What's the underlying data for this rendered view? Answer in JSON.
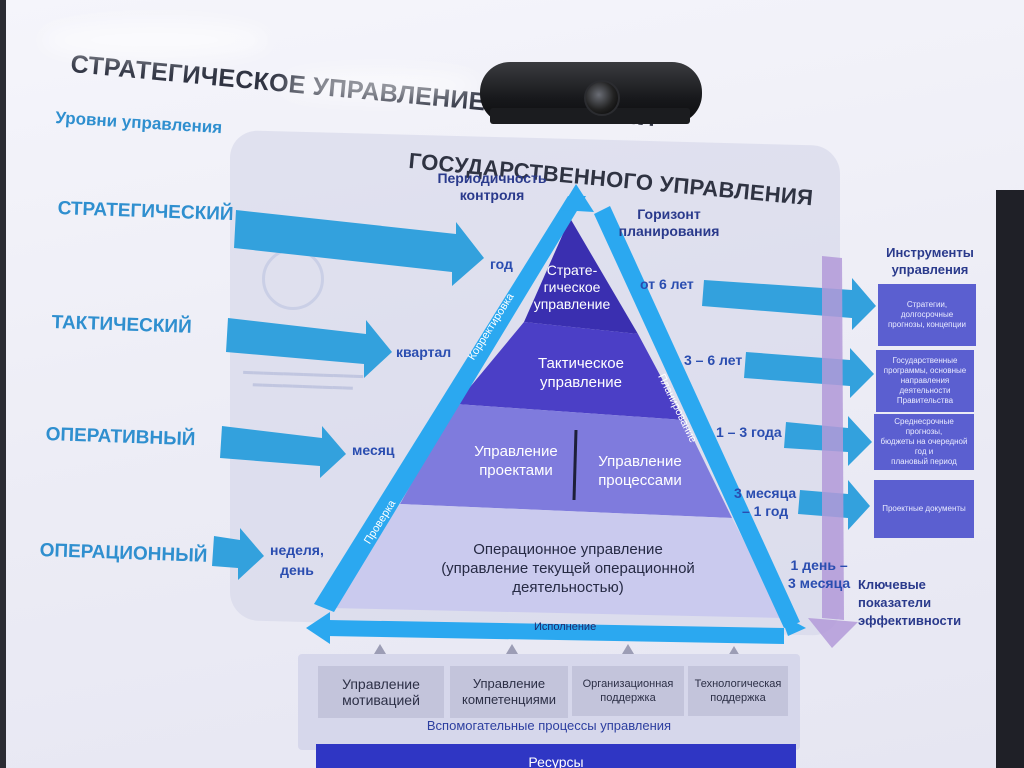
{
  "title": {
    "line1": "СТРАТЕГИЧЕСКОЕ УПРАВЛЕНИЕ В ИЕРАРХИИ",
    "line2": "ГОСУДАРСТВЕННОГО УПРАВЛЕНИЯ"
  },
  "levels": {
    "heading": "Уровни управления",
    "items": [
      "СТРАТЕГИЧЕСКИЙ",
      "ТАКТИЧЕСКИЙ",
      "ОПЕРАТИВНЫЙ",
      "ОПЕРАЦИОННЫЙ"
    ]
  },
  "control": {
    "heading": "Периодичность\nконтроля",
    "items": [
      "год",
      "квартал",
      "месяц",
      "неделя,\nдень"
    ]
  },
  "planning": {
    "heading": "Горизонт\nпланирования",
    "items": [
      "от 6 лет",
      "3 – 6 лет",
      "1 – 3 года",
      "3 месяца\n– 1 год",
      "1 день –\n3 месяца"
    ]
  },
  "pyramid": {
    "tier1": "Страте-\nгическое\nуправление",
    "tier2": "Тактическое\nуправление",
    "tier3_left": "Управление\nпроектами",
    "tier3_right": "Управление\nпроцессами",
    "tier4": "Операционное управление\n(управление текущей операционной\nдеятельностью)",
    "side_left_top": "Корректировка",
    "side_left_bottom": "Проверка",
    "side_right": "Планирование",
    "bottom": "Исполнение"
  },
  "tools": {
    "heading": "Инструменты\nуправления",
    "items": [
      "Стратегии,\nдолгосрочные\nпрогнозы, концепции",
      "Государственные\nпрограммы, основные\nнаправления деятельности\nПравительства",
      "Среднесрочные прогнозы,\nбюджеты на очередной год и\nплановый период",
      "Проектные документы"
    ]
  },
  "kpi": "Ключевые\nпоказатели\nэффективности",
  "support": {
    "items": [
      "Управление\nмотивацией",
      "Управление\nкомпетенциями",
      "Организационная\nподдержка",
      "Технологическая\nподдержка"
    ],
    "caption": "Вспомогательные процессы управления"
  },
  "resources": "Ресурсы",
  "colors": {
    "tier1": "#3a2fb0",
    "tier2": "#4b3fc6",
    "tier3": "#7c78dc",
    "tier4": "#c9c9ee",
    "frame": "#2ba8f0",
    "arrow": "#2f8fcf"
  }
}
